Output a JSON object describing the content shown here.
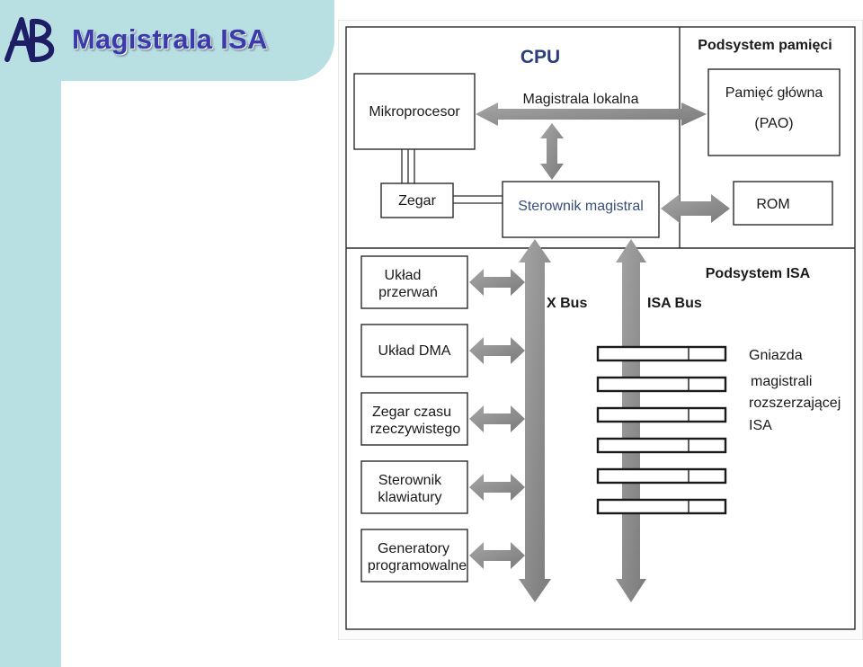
{
  "header": {
    "title": "Magistrala ISA",
    "logo_text": "AB"
  },
  "diagram": {
    "cpu_label": "CPU",
    "memory_subsystem_label": "Podsystem pamięci",
    "isa_subsystem_label": "Podsystem ISA",
    "microprocessor": "Mikroprocesor",
    "local_bus": "Magistrala lokalna",
    "main_memory": "Pamięć główna",
    "main_memory_abbr": "(PAO)",
    "clock": "Zegar",
    "bus_controller": "Sterownik magistral",
    "rom": "ROM",
    "x_bus": "X Bus",
    "isa_bus": "ISA Bus",
    "peripherals": [
      {
        "line1": "Układ",
        "line2": "przerwań"
      },
      {
        "line1": "Układ DMA",
        "line2": ""
      },
      {
        "line1": "Zegar czasu",
        "line2": "rzeczywistego"
      },
      {
        "line1": "Sterownik",
        "line2": "klawiatury"
      },
      {
        "line1": "Generatory",
        "line2": "programowalne"
      }
    ],
    "slots_caption": [
      "Gniazda",
      "magistrali",
      "rozszerzającej",
      "ISA"
    ],
    "slot_count": 6
  },
  "colors": {
    "sidebar": "#b8dfe2",
    "title": "#3b3aa8",
    "arrow": "#8d8d8d"
  }
}
